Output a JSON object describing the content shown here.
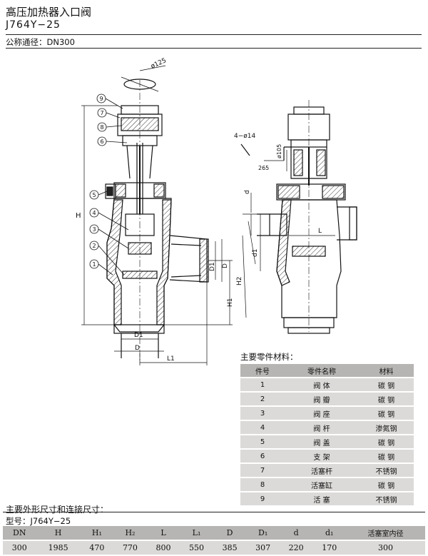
{
  "header": {
    "title": "高压加热器入口阀",
    "model": "J764Y−25",
    "nominal_diameter": "公称通径：DN300"
  },
  "drawing": {
    "labels": {
      "phi125": "ø125",
      "H": "H",
      "H1": "H1",
      "H2": "H2",
      "D": "D",
      "D1": "D1",
      "L": "L",
      "L1": "L1",
      "d": "d",
      "d1": "d1",
      "holes": "4−ø14",
      "phi105": "ø105",
      "dim265": "265",
      "bottom_D1": "D1",
      "bottom_D": "D",
      "right_L": "L"
    },
    "balloons": [
      "9",
      "7",
      "8",
      "6",
      "5",
      "4",
      "3",
      "2",
      "1"
    ]
  },
  "parts": {
    "heading": "主要零件材料：",
    "columns": [
      "件号",
      "零件名称",
      "材料"
    ],
    "rows": [
      [
        "1",
        "阀 体",
        "碳 钢"
      ],
      [
        "2",
        "阀 瓣",
        "碳 钢"
      ],
      [
        "3",
        "阀 座",
        "碳 钢"
      ],
      [
        "4",
        "阀 杆",
        "渗氮钢"
      ],
      [
        "5",
        "阀 盖",
        "碳 钢"
      ],
      [
        "6",
        "支 架",
        "碳 钢"
      ],
      [
        "7",
        "活塞杆",
        "不锈钢"
      ],
      [
        "8",
        "活塞缸",
        "碳 钢"
      ],
      [
        "9",
        "活 塞",
        "不锈钢"
      ]
    ]
  },
  "dimensions": {
    "heading": "主要外形尺寸和连接尺寸：",
    "model_line": "型号：J764Y−25",
    "columns": [
      "DN",
      "H",
      "H₁",
      "H₂",
      "L",
      "L₁",
      "D",
      "D₁",
      "d",
      "d₁",
      "活塞室内径"
    ],
    "rows": [
      [
        "300",
        "1985",
        "470",
        "770",
        "800",
        "550",
        "385",
        "307",
        "220",
        "170",
        "300"
      ]
    ]
  }
}
